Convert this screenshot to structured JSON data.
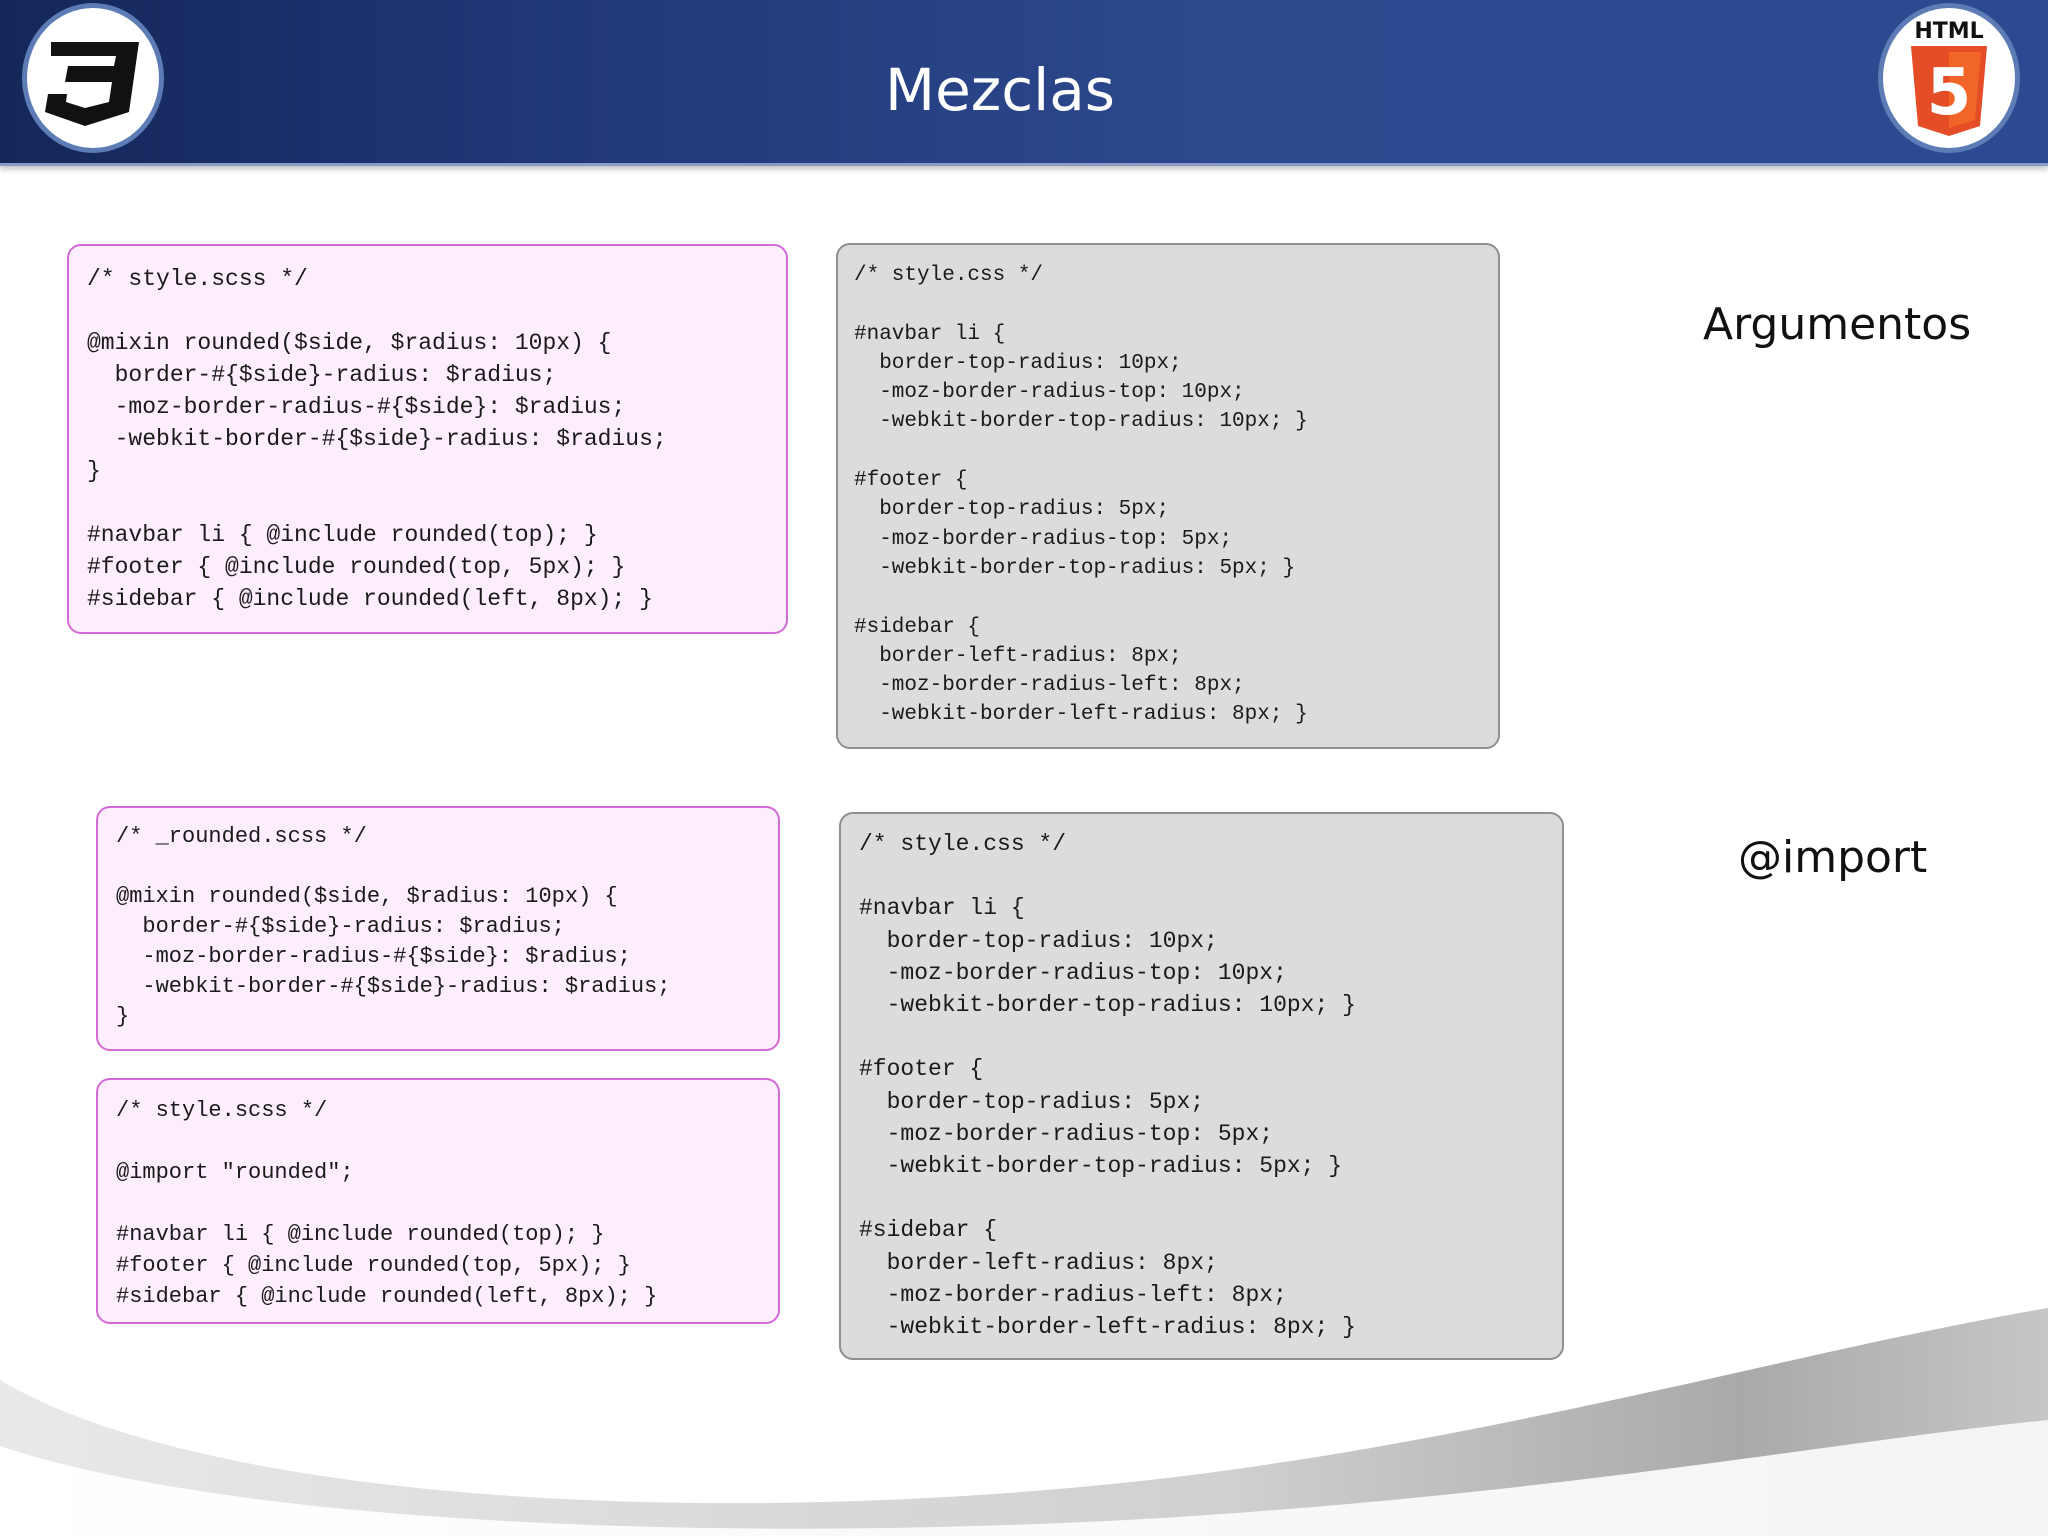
{
  "slide": {
    "title": "Mezclas",
    "html5_logo_text": "HTML",
    "html5_logo_number": "5"
  },
  "sections": {
    "arguments_label": "Argumentos",
    "import_label": "@import"
  },
  "code_blocks": {
    "args_scss": "/* style.scss */\n\n@mixin rounded($side, $radius: 10px) {\n  border-#{$side}-radius: $radius;\n  -moz-border-radius-#{$side}: $radius;\n  -webkit-border-#{$side}-radius: $radius;\n}\n\n#navbar li { @include rounded(top); }\n#footer { @include rounded(top, 5px); }\n#sidebar { @include rounded(left, 8px); }",
    "args_css": "/* style.css */\n\n#navbar li {\n  border-top-radius: 10px;\n  -moz-border-radius-top: 10px;\n  -webkit-border-top-radius: 10px; }\n\n#footer {\n  border-top-radius: 5px;\n  -moz-border-radius-top: 5px;\n  -webkit-border-top-radius: 5px; }\n\n#sidebar {\n  border-left-radius: 8px;\n  -moz-border-radius-left: 8px;\n  -webkit-border-left-radius: 8px; }",
    "import_partial_scss": "/* _rounded.scss */\n\n@mixin rounded($side, $radius: 10px) {\n  border-#{$side}-radius: $radius;\n  -moz-border-radius-#{$side}: $radius;\n  -webkit-border-#{$side}-radius: $radius;\n}",
    "import_main_scss": "/* style.scss */\n\n@import \"rounded\";\n\n#navbar li { @include rounded(top); }\n#footer { @include rounded(top, 5px); }\n#sidebar { @include rounded(left, 8px); }",
    "import_css": "/* style.css */\n\n#navbar li {\n  border-top-radius: 10px;\n  -moz-border-radius-top: 10px;\n  -webkit-border-top-radius: 10px; }\n\n#footer {\n  border-top-radius: 5px;\n  -moz-border-radius-top: 5px;\n  -webkit-border-top-radius: 5px; }\n\n#sidebar {\n  border-left-radius: 8px;\n  -moz-border-radius-left: 8px;\n  -webkit-border-left-radius: 8px; }"
  },
  "colors": {
    "header_dark": "#14275a",
    "header_light": "#2b4a91",
    "scss_box_background": "#fdeefd",
    "scss_box_border": "#d36bd6",
    "css_box_background": "#dcdcdc",
    "css_box_border": "#8f8f8f",
    "html5_orange": "#e44d26"
  },
  "icons": {
    "left_logo": "css3-logo-icon",
    "right_logo": "html5-logo-icon"
  }
}
